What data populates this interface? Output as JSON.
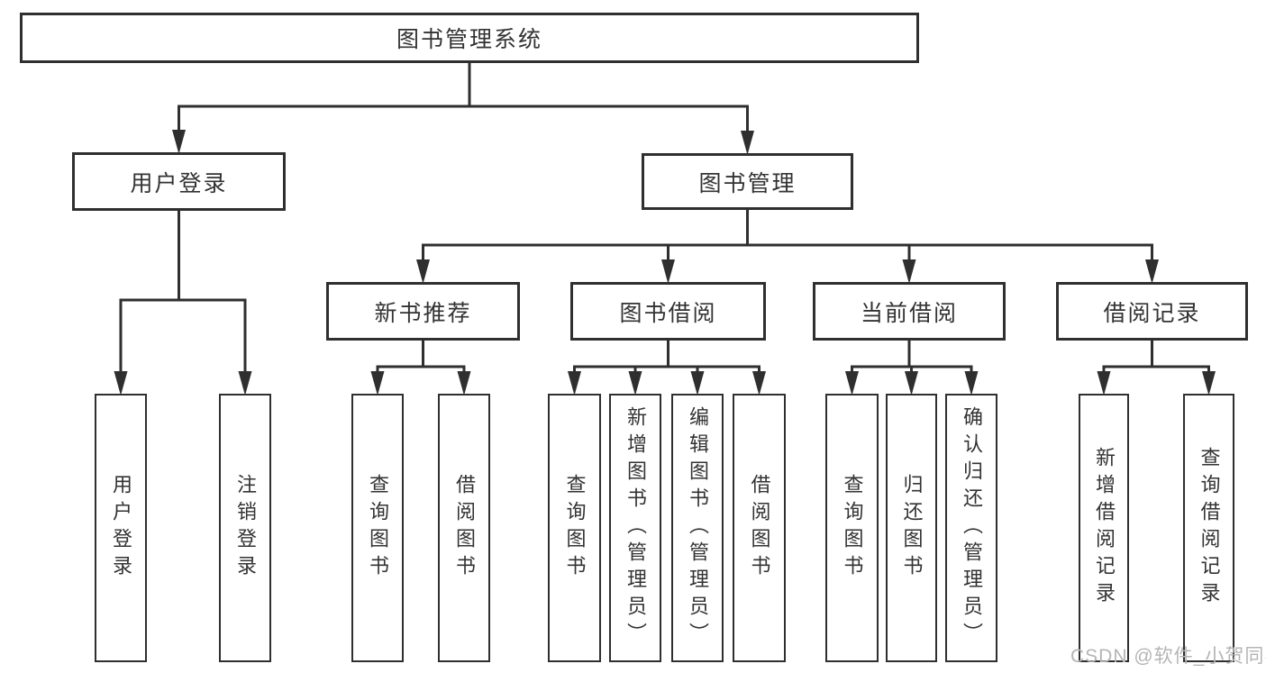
{
  "diagram": {
    "tree": {
      "label": "图书管理系统",
      "children": [
        {
          "label": "用户登录",
          "children": [
            {
              "label": "用户登录"
            },
            {
              "label": "注销登录"
            }
          ]
        },
        {
          "label": "图书管理",
          "children": [
            {
              "label": "新书推荐",
              "children": [
                {
                  "label": "查询图书"
                },
                {
                  "label": "借阅图书"
                }
              ]
            },
            {
              "label": "图书借阅",
              "children": [
                {
                  "label": "查询图书"
                },
                {
                  "label": "新增图书（管理员）"
                },
                {
                  "label": "编辑图书（管理员）"
                },
                {
                  "label": "借阅图书"
                }
              ]
            },
            {
              "label": "当前借阅",
              "children": [
                {
                  "label": "查询图书"
                },
                {
                  "label": "归还图书"
                },
                {
                  "label": "确认归还（管理员）"
                }
              ]
            },
            {
              "label": "借阅记录",
              "children": [
                {
                  "label": "新增借阅记录"
                },
                {
                  "label": "查询借阅记录"
                }
              ]
            }
          ]
        }
      ]
    },
    "watermark": "CSDN @软件_小贺同学",
    "colors": {
      "line": "#2f2f2f",
      "box_border": "#2f2f2f",
      "box_fill": "#ffffff",
      "text": "#333333",
      "watermark": "#b5b5b5",
      "background": "#ffffff"
    }
  }
}
